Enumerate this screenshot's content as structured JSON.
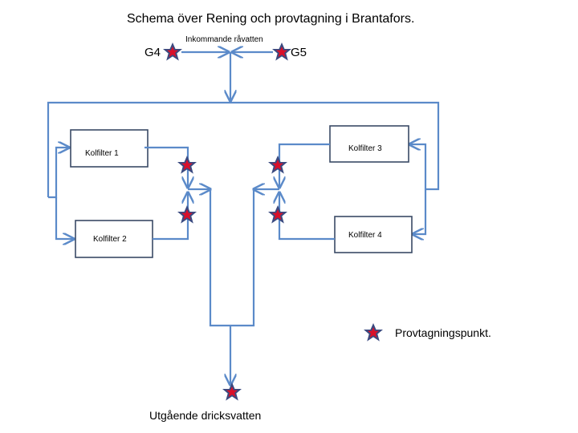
{
  "title": "Schema över Rening och provtagning i Brantafors.",
  "inlet": {
    "label": "Inkommande råvatten",
    "source_left": "G4",
    "source_right": "G5"
  },
  "filters": [
    {
      "id": "kolfilter-1",
      "label": "Kolfilter 1"
    },
    {
      "id": "kolfilter-2",
      "label": "Kolfilter 2"
    },
    {
      "id": "kolfilter-3",
      "label": "Kolfilter 3"
    },
    {
      "id": "kolfilter-4",
      "label": "Kolfilter 4"
    }
  ],
  "outlet": {
    "label": "Utgående dricksvatten"
  },
  "legend": {
    "label": "Provtagningspunkt.",
    "icon": "sampling-point-star-icon"
  },
  "colors": {
    "pipe": "#5b8ac9",
    "star_outer": "#3a4a80",
    "star_inner": "#d8102a",
    "box_border": "#3a4a66"
  }
}
